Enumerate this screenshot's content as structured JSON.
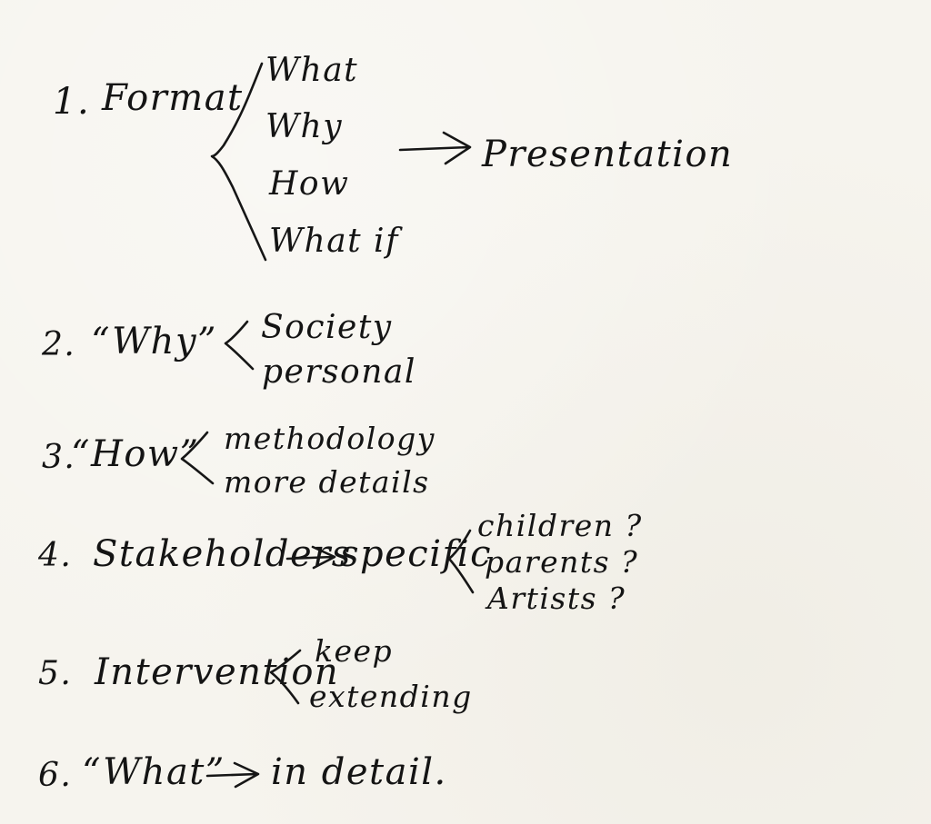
{
  "notes": {
    "item1": {
      "number": "1.",
      "label": "Format",
      "branches": [
        "What",
        "Why",
        "How",
        "What if"
      ],
      "result": "Presentation"
    },
    "item2": {
      "number": "2.",
      "label": "“Why”",
      "branches": [
        "Society",
        "personal"
      ]
    },
    "item3": {
      "number": "3.",
      "label": "“How”",
      "branches": [
        "methodology",
        "more details"
      ]
    },
    "item4": {
      "number": "4.",
      "label": "Stakeholders",
      "middle": "specific",
      "branches": [
        "children ?",
        "parents ?",
        "Artists ?"
      ]
    },
    "item5": {
      "number": "5.",
      "label": "Intervention",
      "branches": [
        "keep",
        "extending"
      ]
    },
    "item6": {
      "number": "6.",
      "label": "“What”",
      "result": "in detail."
    }
  }
}
